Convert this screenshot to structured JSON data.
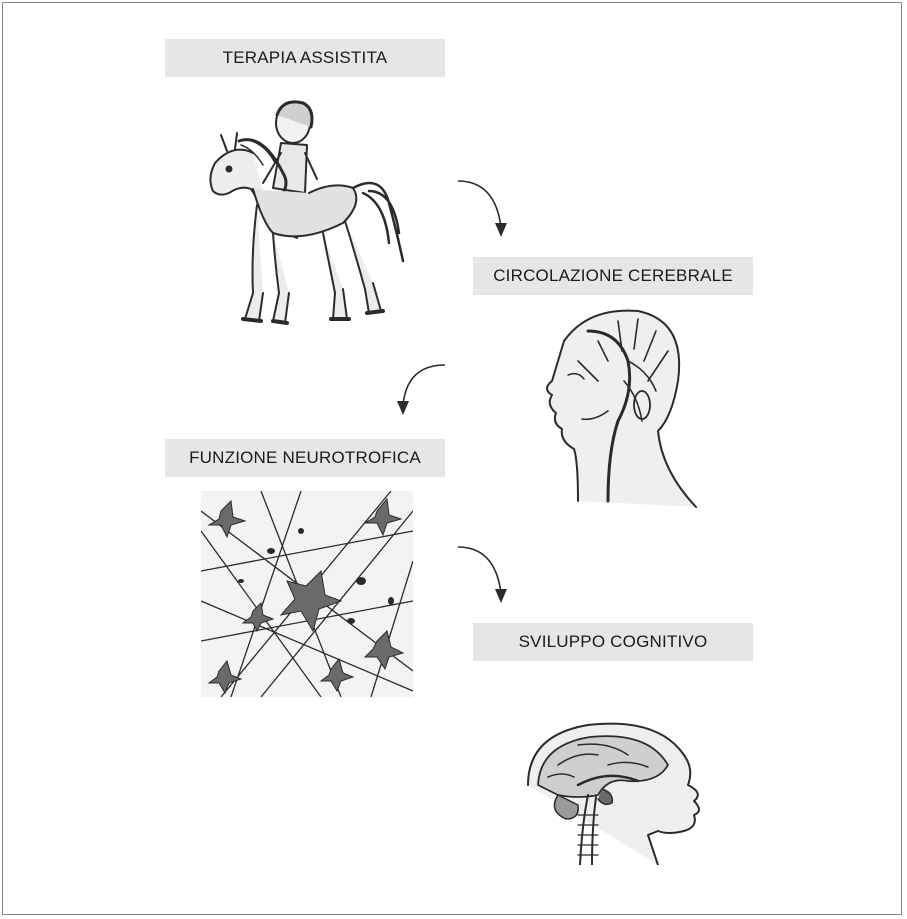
{
  "steps": [
    {
      "label": "TERAPIA ASSISTITA",
      "illustration": "horse-and-child-sketch"
    },
    {
      "label": "CIRCOLAZIONE CEREBRALE",
      "illustration": "head-blood-vessels-sketch"
    },
    {
      "label": "FUNZIONE NEUROTROFICA",
      "illustration": "neuron-network-sketch"
    },
    {
      "label": "SVILUPPO COGNITIVO",
      "illustration": "brain-cross-section-sketch"
    }
  ],
  "colors": {
    "label_bg": "#e6e6e6",
    "ink": "#2b2b2b",
    "frame": "#8a8a8a"
  }
}
